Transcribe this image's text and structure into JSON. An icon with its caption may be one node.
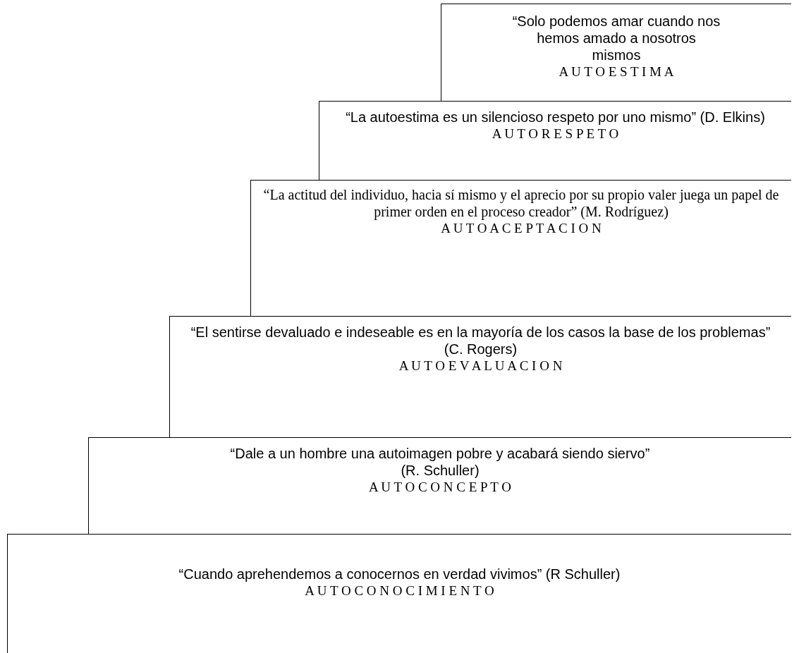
{
  "diagram": {
    "nodes": [
      {
        "text": [
          "“Solo podemos amar cuando nos hemos amado a nosotros mismos",
          "A U T O E S T I M A"
        ]
      },
      {
        "text": [
          "“La autoestima es un silencioso respeto por uno mismo” (D. Elkins)",
          "A U T O R E S P E T O"
        ]
      },
      {
        "text": [
          "“La actitud del individuo, hacia sí mismo y el aprecio por su propio valer juega un papel de primer orden en el proceso creador” (M. Rodríguez)",
          "A U T O A C E P T A C I O N"
        ]
      },
      {
        "text": [
          "“El sentirse devaluado e indeseable es en la mayoría de los casos la base de los problemas”",
          "(C. Rogers)",
          "A U T O E V A L U A C I O N"
        ]
      },
      {
        "text": [
          "“Dale a un hombre una autoimagen pobre y acabará siendo siervo”",
          "(R. Schuller)",
          "A U T O C O N C E P T O"
        ]
      },
      {
        "text": [
          "“Cuando aprehendemos a conocernos en verdad vivimos” (R Schuller)",
          "A U T O C O N O C I M I E N T O"
        ]
      }
    ]
  }
}
